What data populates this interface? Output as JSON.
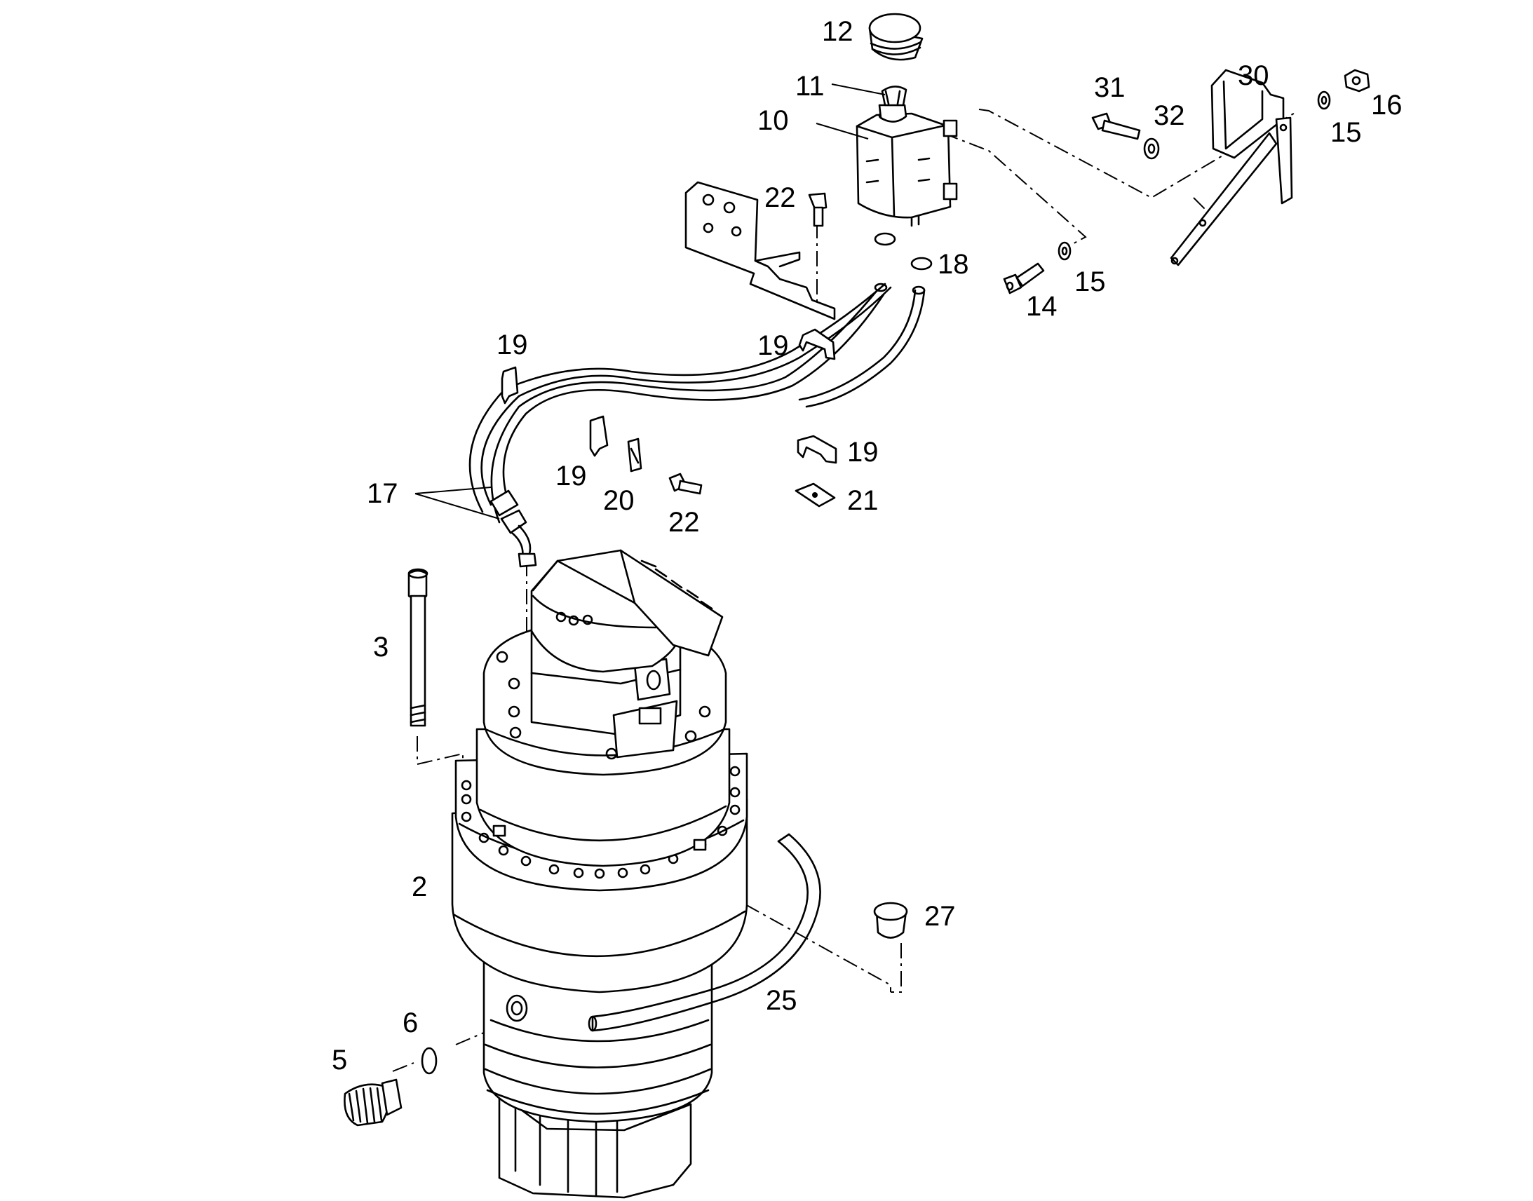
{
  "callouts": {
    "c2": "2",
    "c3": "3",
    "c5": "5",
    "c6": "6",
    "c10": "10",
    "c11": "11",
    "c12": "12",
    "c14": "14",
    "c15a": "15",
    "c15b": "15",
    "c16": "16",
    "c17": "17",
    "c18": "18",
    "c19a": "19",
    "c19b": "19",
    "c19c": "19",
    "c19d": "19",
    "c20": "20",
    "c21": "21",
    "c22a": "22",
    "c22b": "22",
    "c25": "25",
    "c27": "27",
    "c30": "30",
    "c31": "31",
    "c32": "32"
  },
  "colors": {
    "line": "#000000",
    "background": "#ffffff"
  }
}
